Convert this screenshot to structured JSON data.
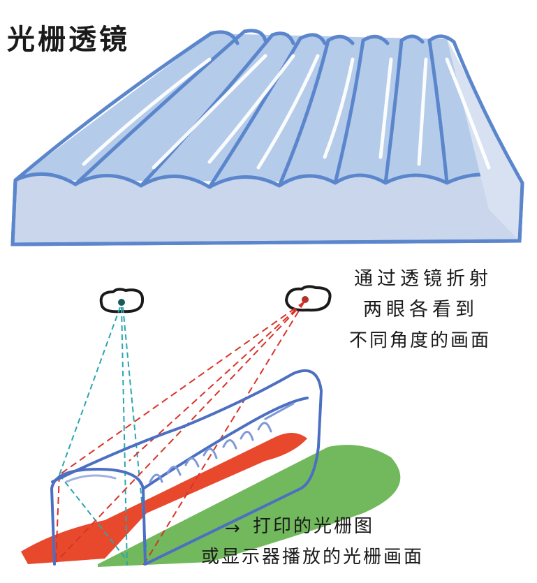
{
  "title": "光栅透镜",
  "note": {
    "line1": "通过透镜折射",
    "line2": "两眼各看到",
    "line3": "不同角度的画面"
  },
  "bottom_note": {
    "arrow": "→",
    "line1": "打印的光栅图",
    "line2": "或显示器播放的光栅画面"
  },
  "colors": {
    "lens_outline": "#5b86cc",
    "lens_fill": "#c9d6ec",
    "lens_ridge_fill": "#b4cbea",
    "red_stripe": "#e8492c",
    "green_stripe": "#72b85c",
    "left_eye_ray": "#2aa6b0",
    "right_eye_ray": "#d8332a",
    "eye_outline": "#1a1a1a"
  },
  "icons": [
    "left-eye-icon",
    "right-eye-icon"
  ]
}
